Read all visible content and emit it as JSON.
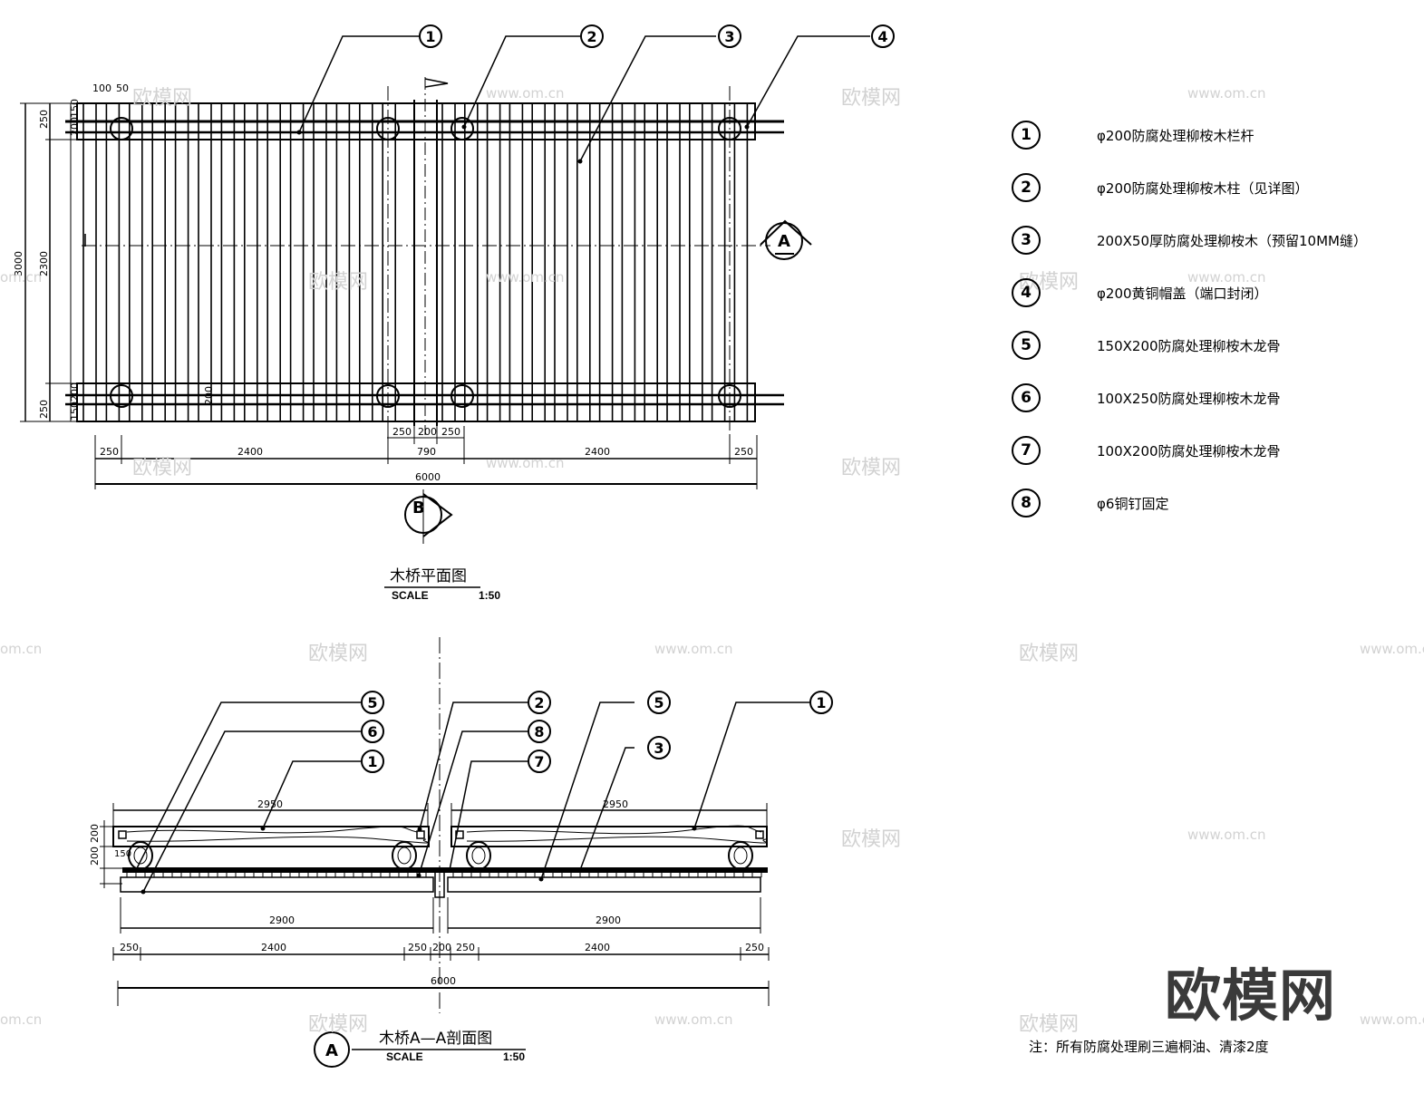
{
  "legend": [
    {
      "num": "1",
      "text": "φ200防腐处理柳桉木栏杆"
    },
    {
      "num": "2",
      "text": "φ200防腐处理柳桉木柱（见详图）"
    },
    {
      "num": "3",
      "text": "200X50厚防腐处理柳桉木（预留10MM缝）"
    },
    {
      "num": "4",
      "text": "φ200黄铜帽盖（端口封闭）"
    },
    {
      "num": "5",
      "text": "150X200防腐处理柳桉木龙骨"
    },
    {
      "num": "6",
      "text": "100X250防腐处理柳桉木龙骨"
    },
    {
      "num": "7",
      "text": "100X200防腐处理柳桉木龙骨"
    },
    {
      "num": "8",
      "text": "φ6铜钉固定"
    }
  ],
  "plan": {
    "title": "木桥平面图",
    "scale_label": "SCALE",
    "scale_value": "1:50",
    "callouts": [
      "1",
      "2",
      "3",
      "4"
    ],
    "section_mark": "A",
    "elevation_mark": "B",
    "dims_bottom": [
      "250",
      "2400",
      "250",
      "200",
      "250",
      "790",
      "2400",
      "250"
    ],
    "dim_total": "6000",
    "dims_left": [
      "3000",
      "2300",
      "250",
      "250"
    ],
    "dims_left_small": [
      "200",
      "150",
      "150",
      "200"
    ],
    "dims_top": [
      "100",
      "50"
    ],
    "dim_inner": "200"
  },
  "section": {
    "title": "木桥A—A剖面图",
    "scale_label": "SCALE",
    "scale_value": "1:50",
    "mark": "A",
    "callouts_left": [
      "5",
      "6",
      "1"
    ],
    "callouts_mid": [
      "2",
      "8",
      "7"
    ],
    "callouts_right": [
      "5",
      "3",
      "1"
    ],
    "dims_top": [
      "2950",
      "2950"
    ],
    "dims_mid": [
      "2900",
      "2900"
    ],
    "dims_bottom": [
      "250",
      "2400",
      "250",
      "200",
      "250",
      "2400",
      "250"
    ],
    "dim_total": "6000",
    "dims_left": [
      "200",
      "200",
      "150"
    ]
  },
  "note": "注：所有防腐处理刷三遍桐油、清漆2度",
  "watermark": {
    "brand": "欧模网",
    "url": "www.om.cn",
    "url_short": "om.cn"
  }
}
